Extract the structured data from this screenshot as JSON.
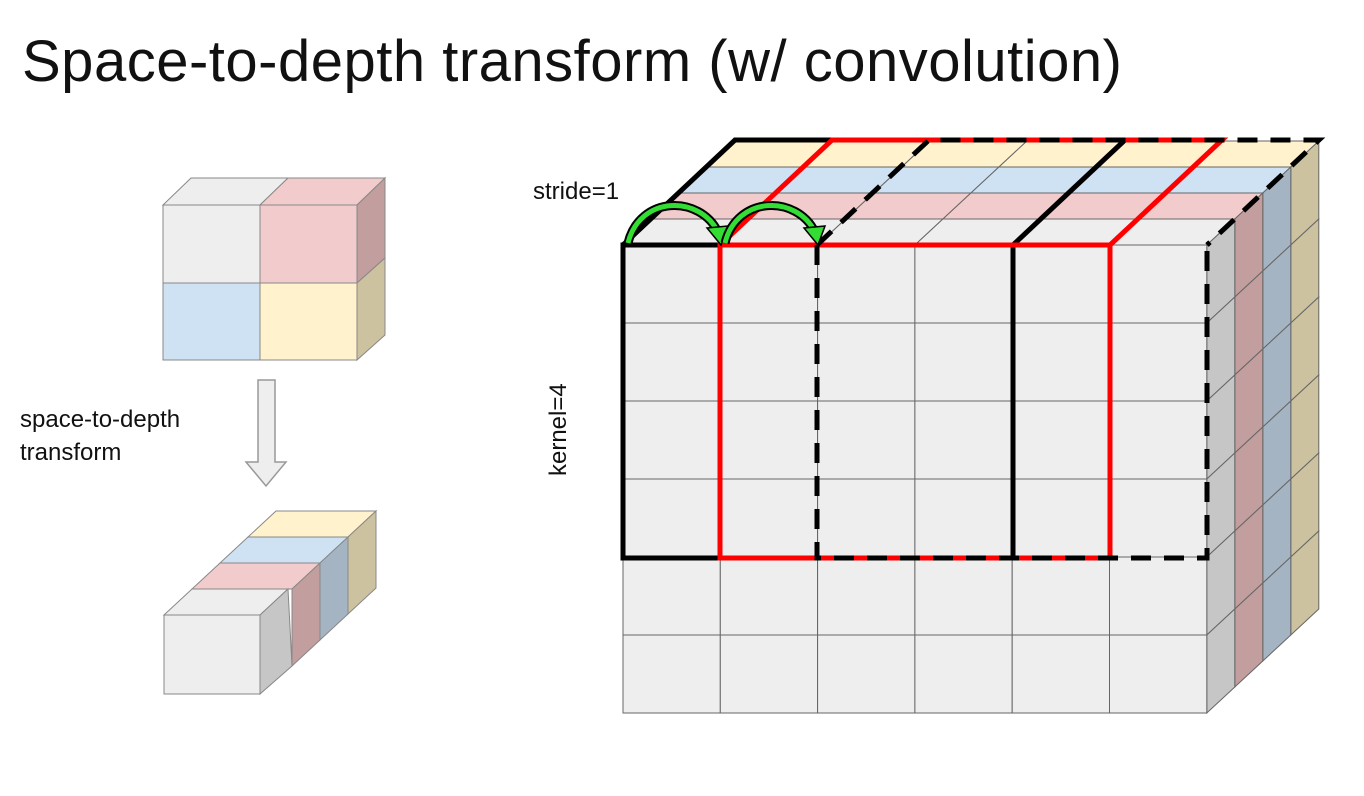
{
  "title": "Space-to-depth transform (w/ convolution)",
  "labels": {
    "transform_line1": "space-to-depth",
    "transform_line2": "transform",
    "stride": "stride=1",
    "kernel": "kernel=4"
  },
  "colors": {
    "gray_front": "#eeeeee",
    "gray_side": "#c6c6c6",
    "pink_front": "#f2cccc",
    "pink_side": "#c29e9e",
    "blue_front": "#cfe2f3",
    "blue_side": "#a5b4c3",
    "yellow_front": "#fff2cc",
    "yellow_side": "#ccc29f",
    "edge": "#666666",
    "window_black": "#000000",
    "window_red": "#ff0000",
    "arrow_green": "#33dd33"
  }
}
